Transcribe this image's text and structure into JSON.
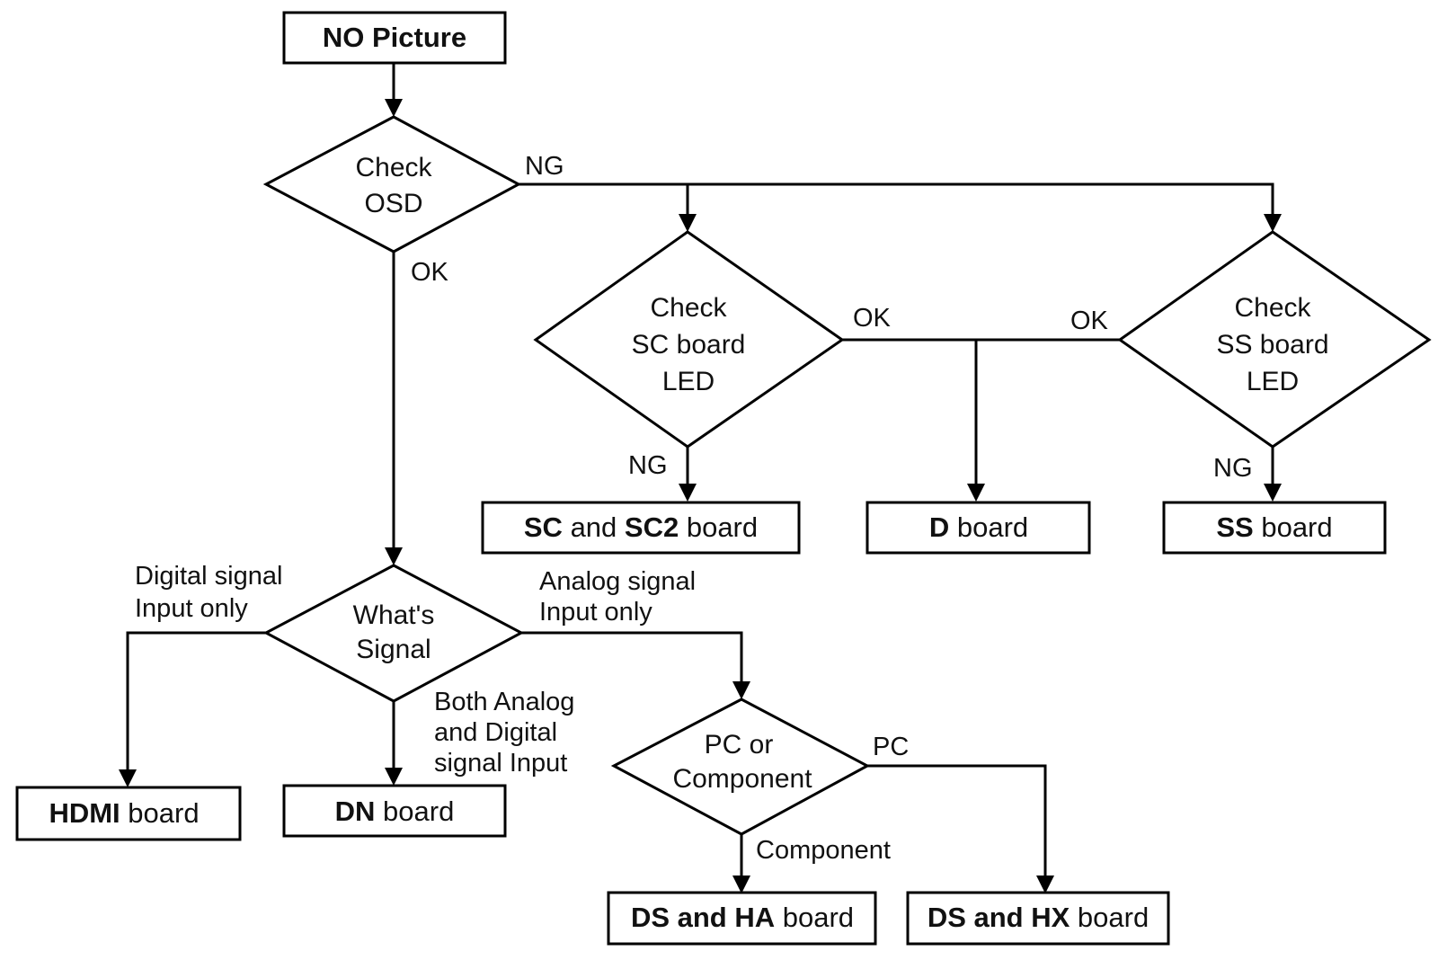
{
  "nodes": {
    "start": {
      "type": "process",
      "label": [
        {
          "text": "NO Picture",
          "bold": true
        }
      ]
    },
    "check_osd": {
      "type": "decision",
      "lines": [
        "Check",
        "OSD"
      ]
    },
    "check_sc": {
      "type": "decision",
      "lines": [
        "Check",
        "SC board",
        "LED"
      ]
    },
    "check_ss": {
      "type": "decision",
      "lines": [
        "Check",
        "SS board",
        "LED"
      ]
    },
    "sc_board": {
      "type": "process",
      "label": [
        {
          "text": "SC",
          "bold": true
        },
        {
          "text": " and ",
          "bold": false
        },
        {
          "text": "SC2",
          "bold": true
        },
        {
          "text": " board",
          "bold": false
        }
      ]
    },
    "d_board": {
      "type": "process",
      "label": [
        {
          "text": "D",
          "bold": true
        },
        {
          "text": " board",
          "bold": false
        }
      ]
    },
    "ss_board": {
      "type": "process",
      "label": [
        {
          "text": "SS",
          "bold": true
        },
        {
          "text": " board",
          "bold": false
        }
      ]
    },
    "whats_signal": {
      "type": "decision",
      "lines": [
        "What's",
        "Signal"
      ]
    },
    "hdmi_board": {
      "type": "process",
      "label": [
        {
          "text": "HDMI",
          "bold": true
        },
        {
          "text": " board",
          "bold": false
        }
      ]
    },
    "dn_board": {
      "type": "process",
      "label": [
        {
          "text": "DN",
          "bold": true
        },
        {
          "text": " board",
          "bold": false
        }
      ]
    },
    "pc_or_component": {
      "type": "decision",
      "lines": [
        "PC or",
        "Component"
      ]
    },
    "ds_ha_board": {
      "type": "process",
      "label": [
        {
          "text": "DS and HA",
          "bold": true
        },
        {
          "text": " board",
          "bold": false
        }
      ]
    },
    "ds_hx_board": {
      "type": "process",
      "label": [
        {
          "text": "DS and HX",
          "bold": true
        },
        {
          "text": " board",
          "bold": false
        }
      ]
    }
  },
  "edge_labels": {
    "osd_ng": [
      "NG"
    ],
    "osd_ok": [
      "OK"
    ],
    "sc_ok": [
      "OK"
    ],
    "sc_ng": [
      "NG"
    ],
    "ss_ok": [
      "OK"
    ],
    "ss_ng": [
      "NG"
    ],
    "digital_only": [
      "Digital signal",
      "Input only"
    ],
    "analog_only": [
      "Analog signal",
      "Input only"
    ],
    "both": [
      "Both Analog",
      "and Digital",
      "signal Input"
    ],
    "pc": [
      "PC"
    ],
    "component": [
      "Component"
    ]
  },
  "edges": [
    {
      "from": "start",
      "to": "check_osd",
      "label": null
    },
    {
      "from": "check_osd",
      "to": "check_sc",
      "label": "NG"
    },
    {
      "from": "check_osd",
      "to": "check_ss",
      "label": "NG"
    },
    {
      "from": "check_osd",
      "to": "whats_signal",
      "label": "OK"
    },
    {
      "from": "check_sc",
      "to": "sc_board",
      "label": "NG"
    },
    {
      "from": "check_sc",
      "to": "d_board",
      "label": "OK"
    },
    {
      "from": "check_ss",
      "to": "d_board",
      "label": "OK"
    },
    {
      "from": "check_ss",
      "to": "ss_board",
      "label": "NG"
    },
    {
      "from": "whats_signal",
      "to": "hdmi_board",
      "label": "Digital signal Input only"
    },
    {
      "from": "whats_signal",
      "to": "dn_board",
      "label": "Both Analog and Digital signal Input"
    },
    {
      "from": "whats_signal",
      "to": "pc_or_component",
      "label": "Analog signal Input only"
    },
    {
      "from": "pc_or_component",
      "to": "ds_hx_board",
      "label": "PC"
    },
    {
      "from": "pc_or_component",
      "to": "ds_ha_board",
      "label": "Component"
    }
  ]
}
